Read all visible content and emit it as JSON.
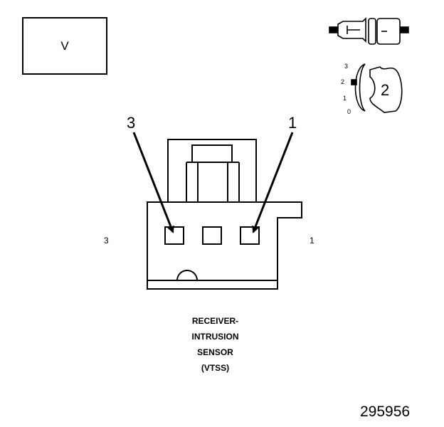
{
  "view_label": "V",
  "callouts": {
    "left": "3",
    "right": "1"
  },
  "pin_side_labels": {
    "left": "3",
    "right": "1"
  },
  "caption_lines": [
    "RECEIVER-",
    "INTRUSION",
    "SENSOR",
    "(VTSS)"
  ],
  "figure_number": "295956",
  "position_indicator": {
    "levels": [
      "3",
      "2",
      "1",
      "0"
    ],
    "selected": "2"
  }
}
